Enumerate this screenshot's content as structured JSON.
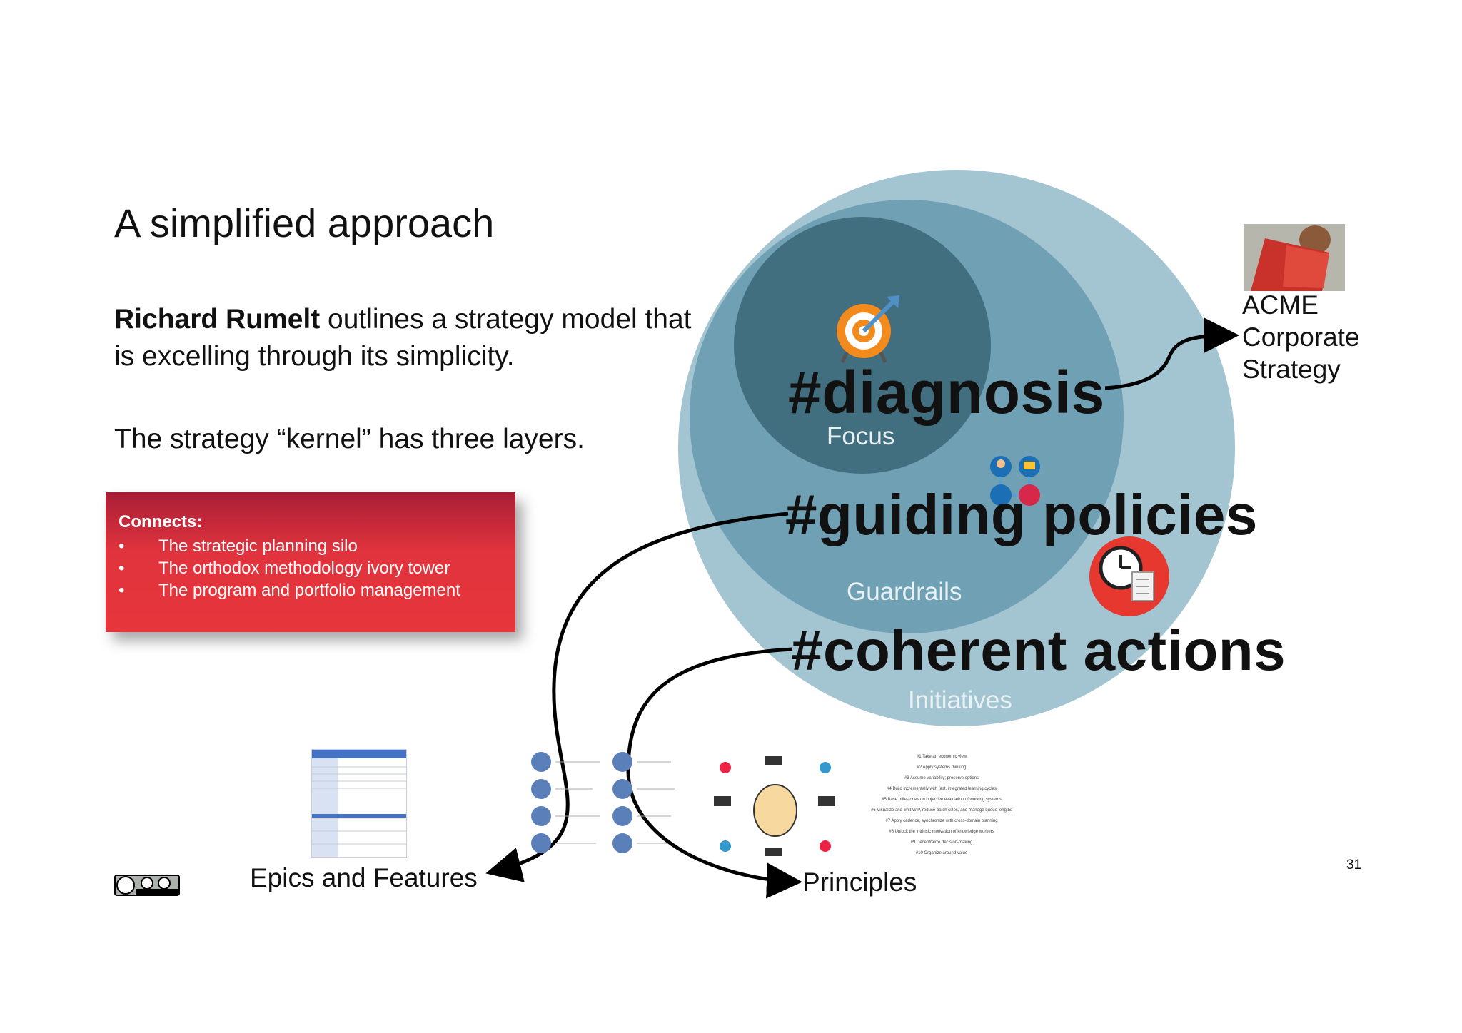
{
  "slide": {
    "title": "A simplified approach",
    "intro_bold": "Richard Rumelt",
    "intro_rest": " outlines a strategy model that is excelling through its simplicity.",
    "kernel_text": "The strategy “kernel” has three layers.",
    "page_number": "31"
  },
  "connects": {
    "title": "Connects:",
    "bullet_glyph": "•",
    "items": [
      "The strategic planning silo",
      "The orthodox methodology ivory tower",
      "The program and portfolio management"
    ]
  },
  "kernel": {
    "diagnosis": "#diagnosis",
    "guiding": "#guiding policies",
    "coherent": "#coherent actions",
    "focus": "Focus",
    "guardrails": "Guardrails",
    "initiatives": "Initiatives",
    "colors": {
      "outer": "#a3c4d1",
      "middle": "#6fa0b3",
      "inner": "#426f80"
    }
  },
  "acme": {
    "line1": "ACME",
    "line2": "Corporate",
    "line3": "Strategy"
  },
  "outputs": {
    "epics": "Epics and Features",
    "principles": "Principles"
  },
  "icons": {
    "target": "target-icon",
    "team": "team-network-icon",
    "clock": "clock-checklist-icon",
    "license": "creative-commons-by-sa-icon"
  },
  "principles_list": [
    "#1 Take an economic view",
    "#2 Apply systems thinking",
    "#3 Assume variability; preserve options",
    "#4 Build incrementally with fast, integrated learning cycles",
    "#5 Base milestones on objective evaluation of working systems",
    "#6 Visualize and limit WIP, reduce batch sizes, and manage queue lengths",
    "#7 Apply cadence, synchronize with cross-domain planning",
    "#8 Unlock the intrinsic motivation of knowledge workers",
    "#9 Decentralize decision-making",
    "#10 Organize around value"
  ]
}
